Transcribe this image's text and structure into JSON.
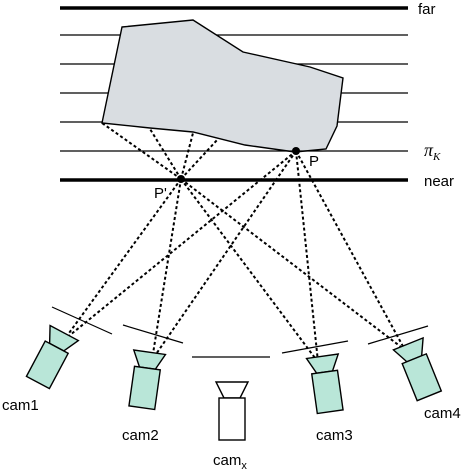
{
  "labels": {
    "far": "far",
    "near": "near",
    "plane_symbol": "π",
    "plane_subscript": "K",
    "point_p": "P",
    "point_p_prime": "P'",
    "cam1": "cam1",
    "cam2": "cam2",
    "cam3": "cam3",
    "cam4": "cam4",
    "camx_main": "cam",
    "camx_sub": "x"
  },
  "colors": {
    "camera_fill": "#b9e6d8",
    "object_fill": "#d9dde1",
    "line": "#000000"
  }
}
